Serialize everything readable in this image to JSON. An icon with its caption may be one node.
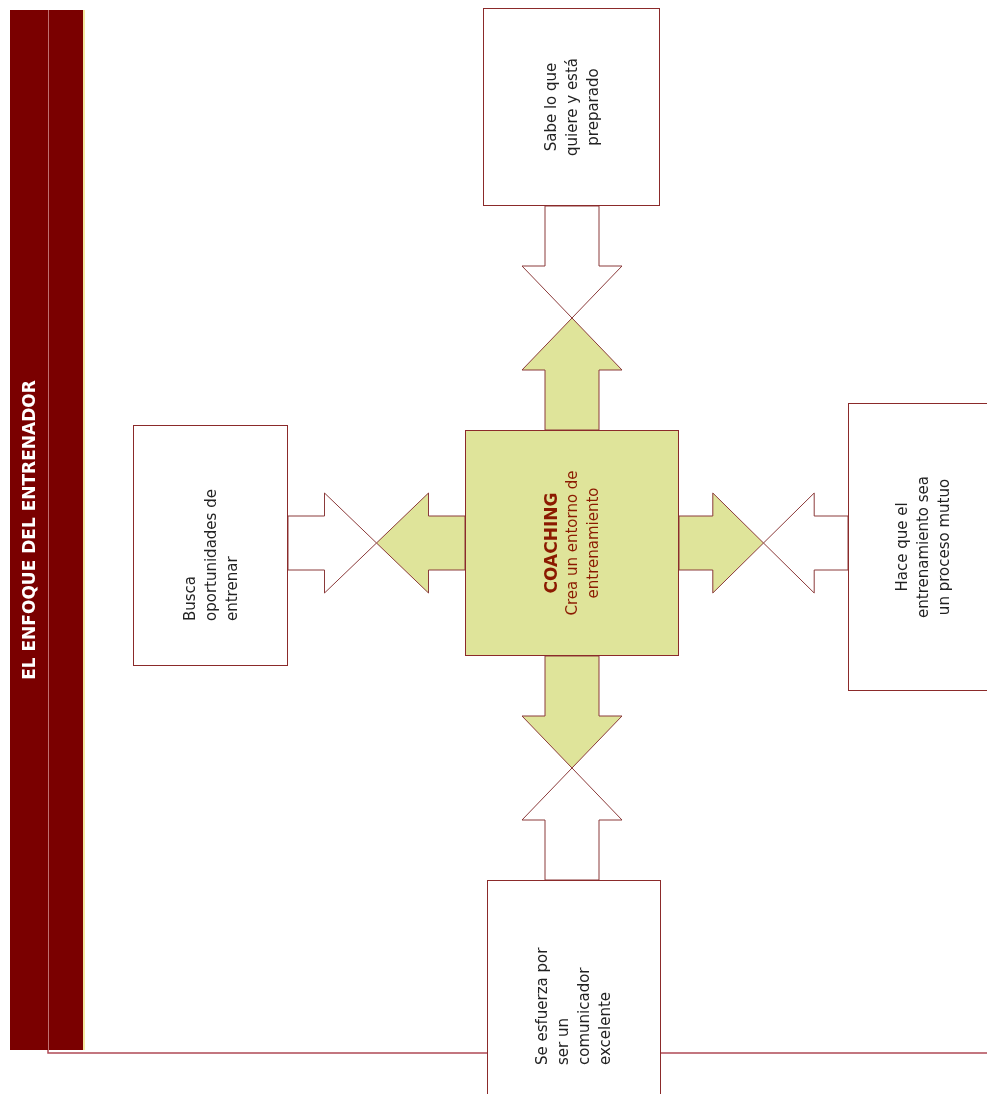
{
  "diagram": {
    "title": "EL ENFOQUE DEL ENTRENADOR",
    "nodes": [
      {
        "text": [
          "COACHING",
          "Crea un entorno de entrenamiento"
        ]
      },
      {
        "text": [
          "Sabe lo que quiere y está preparado"
        ]
      },
      {
        "text": [
          "Busca oportunidades de entrenar"
        ]
      },
      {
        "text": [
          "Hace que el entrenamiento sea un proceso mutuo"
        ]
      },
      {
        "text": [
          "Se esfuerza por ser un comunicador excelente"
        ]
      }
    ],
    "edges": [
      {
        "from": 0,
        "to": 1,
        "arrow": "to"
      },
      {
        "from": 0,
        "to": 2,
        "arrow": "to"
      },
      {
        "from": 0,
        "to": 3,
        "arrow": "to"
      },
      {
        "from": 0,
        "to": 4,
        "arrow": "to"
      }
    ]
  }
}
